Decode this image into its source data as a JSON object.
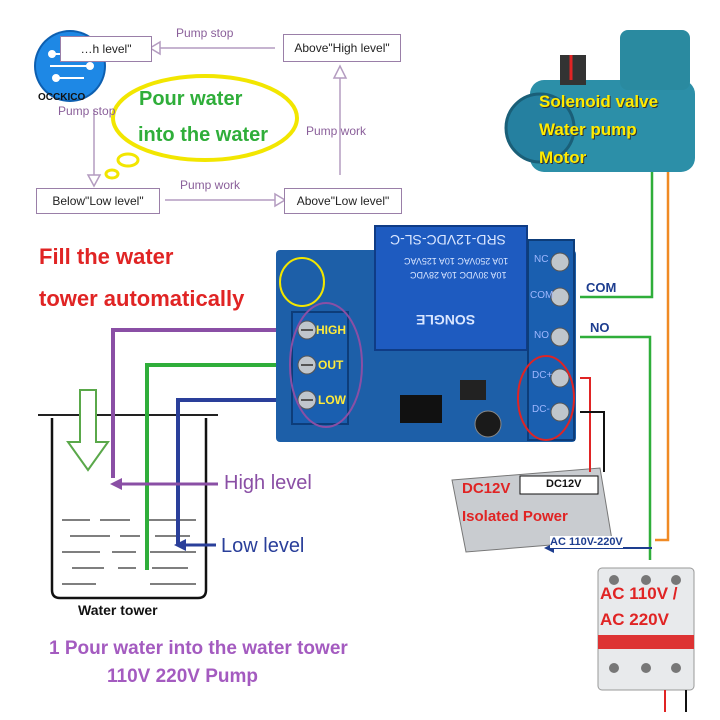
{
  "brand": {
    "name": "OCCKICO"
  },
  "flow": {
    "box_top_left": "…h level\"",
    "box_top_right": "Above\"High level\"",
    "box_bottom_left": "Below\"Low level\"",
    "box_bottom_right": "Above\"Low level\"",
    "label_top": "Pump stop",
    "label_left": "Pump stop",
    "label_right": "Pump work",
    "label_bottom": "Pump work",
    "cloud_line1": "Pour water",
    "cloud_line2": "into the water"
  },
  "title": {
    "line1": "Fill the water",
    "line2": "tower automatically"
  },
  "relay": {
    "model": "SRD-12VDC-SL-C",
    "rating1": "10A 250VAC  10A 125VAC",
    "rating2": "10A 30VDC  10A 28VDC",
    "brand": "SONGLE",
    "nc": "NC",
    "com": "COM",
    "no": "NO",
    "dc_plus": "DC+",
    "dc_minus": "DC-"
  },
  "terminals": {
    "high": "HIGH",
    "out": "OUT",
    "low": "LOW"
  },
  "wire_labels": {
    "com": "COM",
    "no": "NO"
  },
  "pump": {
    "line1": "Solenoid valve",
    "line2": "Water pump",
    "line3": "Motor"
  },
  "power_supply": {
    "dc_label": "DC12V",
    "red_line1": "DC12V",
    "red_line2": "Isolated Power",
    "ac_label": "AC 110V-220V"
  },
  "breaker": {
    "line1": "AC 110V /",
    "line2": "AC 220V"
  },
  "tank": {
    "high_level": "High level",
    "low_level": "Low level",
    "name": "Water tower"
  },
  "caption": {
    "line1": "1 Pour water into the water tower",
    "line2": "110V 220V Pump"
  },
  "colors": {
    "red": "#e02424",
    "purple": "#8a4fa5",
    "green": "#2f9a3a",
    "blue": "#2a3f9a",
    "orange": "#f08a24",
    "board": "#1d5fa8"
  }
}
